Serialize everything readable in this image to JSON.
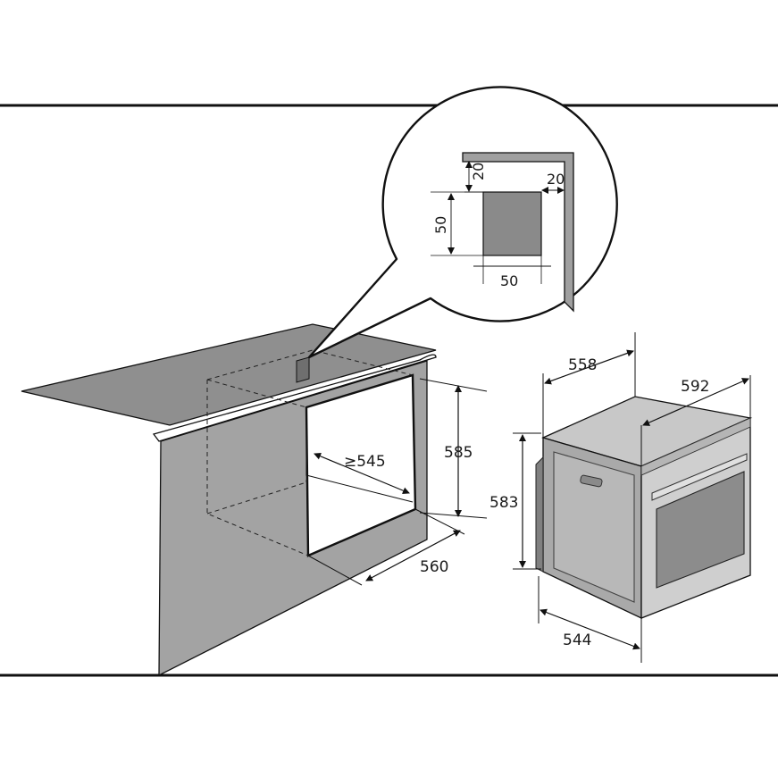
{
  "diagram": {
    "cabinet": {
      "niche_height": "585",
      "niche_depth": "≥545",
      "niche_width": "560"
    },
    "vent_detail": {
      "gap_top": "20",
      "gap_side": "20",
      "vent_height": "50",
      "vent_width": "50"
    },
    "oven": {
      "depth": "558",
      "width": "592",
      "height": "583",
      "body_width": "544"
    },
    "colors": {
      "line": "#111111",
      "panel": "#a3a3a3",
      "countertop": "#8f8f8f",
      "vent": "#8a8a8a",
      "oven_top": "#c8c8c8",
      "oven_side": "#a9a9a9",
      "oven_front": "#bcbcbc",
      "oven_window": "#8c8c8c"
    }
  }
}
